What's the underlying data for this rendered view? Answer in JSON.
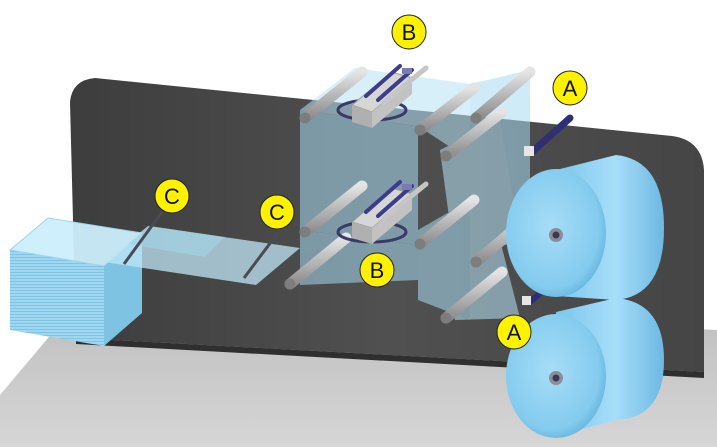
{
  "colors": {
    "background": "#ffffff",
    "floor": "#c8c8c8",
    "back_panel": "#4b4b4b",
    "film": "#a9d9ee",
    "roll_body": "#8fd2f2",
    "roll_shadow": "#5aaed8",
    "roller": "#b9b9b9",
    "unit_frame": "#cfcfcf",
    "unit_accent": "#34348a",
    "label_fill": "#fff200",
    "label_stroke": "#222222",
    "label_text": "#111111"
  },
  "labels": {
    "b_top": "B",
    "b_bottom": "B",
    "a_top": "A",
    "a_bottom": "A",
    "c_left": "C",
    "c_right": "C"
  }
}
